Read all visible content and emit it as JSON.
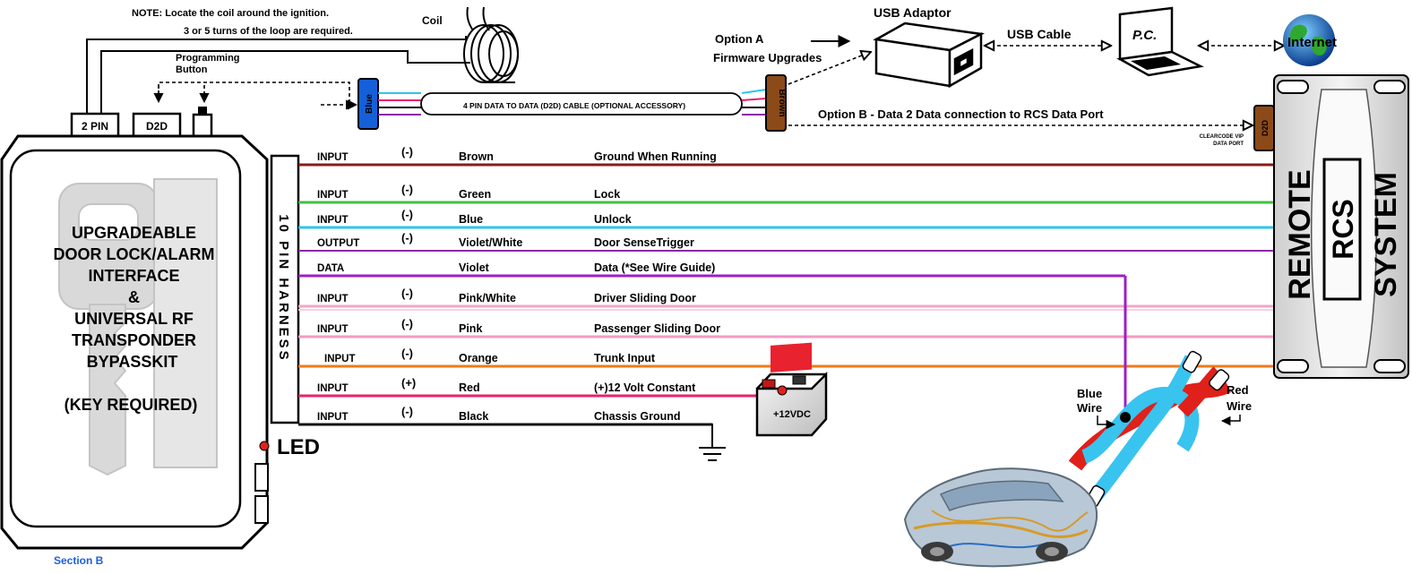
{
  "notes": {
    "line1": "NOTE: Locate the coil around the ignition.",
    "line2": "3 or 5 turns of the loop are required.",
    "coil": "Coil",
    "programming_line1": "Programming",
    "programming_line2": "Button"
  },
  "connectors": {
    "two_pin": "2 PIN",
    "d2d": "D2D",
    "blue_plug": "Blue",
    "brown_plug": "Brown",
    "cable_label": "4 PIN DATA TO DATA (D2D) CABLE (OPTIONAL ACCESSORY)",
    "harness": "10 PIN HARNESS",
    "led": "LED"
  },
  "usb": {
    "adaptor": "USB Adaptor",
    "cable": "USB Cable",
    "pc": "P.C.",
    "internet": "Internet",
    "option_a_line1": "Option A",
    "option_a_line2": "Firmware Upgrades",
    "option_b": "Option B - Data 2 Data connection to RCS Data Port"
  },
  "module": {
    "lines": [
      "UPGRADEABLE",
      "DOOR LOCK/ALARM",
      "INTERFACE",
      "&",
      "UNIVERSAL RF",
      "TRANSPONDER",
      "BYPASSKIT",
      "",
      "(KEY REQUIRED)"
    ]
  },
  "rcs": {
    "remote": "REMOTE",
    "rcs": "RCS",
    "system": "SYSTEM",
    "port_line1": "CLEARCODE VIP",
    "port_line2": "DATA PORT",
    "port_plug": "D2D"
  },
  "wires": [
    {
      "type": "INPUT",
      "polarity": "(-)",
      "color_name": "Brown",
      "function": "Ground When Running",
      "color": "#8b1a1a"
    },
    {
      "type": "INPUT",
      "polarity": "(-)",
      "color_name": "Green",
      "function": "Lock",
      "color": "#3fc23f"
    },
    {
      "type": "INPUT",
      "polarity": "(-)",
      "color_name": "Blue",
      "function": "Unlock",
      "color": "#2ec4ef"
    },
    {
      "type": "OUTPUT",
      "polarity": "(-)",
      "color_name": "Violet/White",
      "function": "Door SenseTrigger",
      "color": "#8a2aa8"
    },
    {
      "type": "DATA",
      "polarity": "",
      "color_name": "Violet",
      "function": "Data (*See Wire Guide)",
      "color": "#9b1fc9"
    },
    {
      "type": "INPUT",
      "polarity": "(-)",
      "color_name": "Pink/White",
      "function": "Driver Sliding Door",
      "color": "#f2a6c8"
    },
    {
      "type": "INPUT",
      "polarity": "(-)",
      "color_name": "Pink",
      "function": "Passenger Sliding Door",
      "color": "#f59ac4"
    },
    {
      "type": "INPUT",
      "polarity": "(-)",
      "color_name": "Orange",
      "function": "Trunk Input",
      "color": "#f07a1a"
    },
    {
      "type": "INPUT",
      "polarity": "(+)",
      "color_name": "Red",
      "function": "(+)12 Volt Constant",
      "color": "#e8206e"
    },
    {
      "type": "INPUT",
      "polarity": "(-)",
      "color_name": "Black",
      "function": "Chassis Ground",
      "color": "#111111"
    }
  ],
  "battery": "+12VDC",
  "vehicle": {
    "blue_wire_line1": "Blue",
    "blue_wire_line2": "Wire",
    "red_wire_line1": "Red",
    "red_wire_line2": "Wire"
  },
  "section": "Section B"
}
